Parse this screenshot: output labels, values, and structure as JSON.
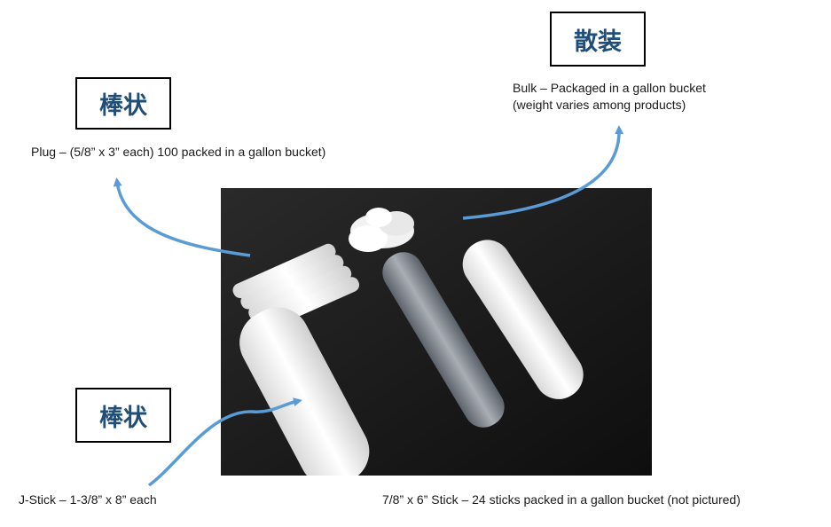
{
  "tags": {
    "bulk": "散装",
    "plug": "棒状",
    "jstick": "棒状"
  },
  "captions": {
    "bulk_line1": "Bulk – Packaged in a gallon bucket",
    "bulk_line2": "(weight varies among products)",
    "plug": "Plug – (5/8” x 3” each) 100 packed in a gallon bucket)",
    "jstick": "J-Stick – 1-3/8” x 8” each",
    "stick": "7/8” x 6” Stick – 24 sticks packed in a gallon bucket (not pictured)"
  },
  "colors": {
    "arrow": "#5b9bd5",
    "tag_text": "#1f4e79",
    "photo_background": "#161616"
  }
}
